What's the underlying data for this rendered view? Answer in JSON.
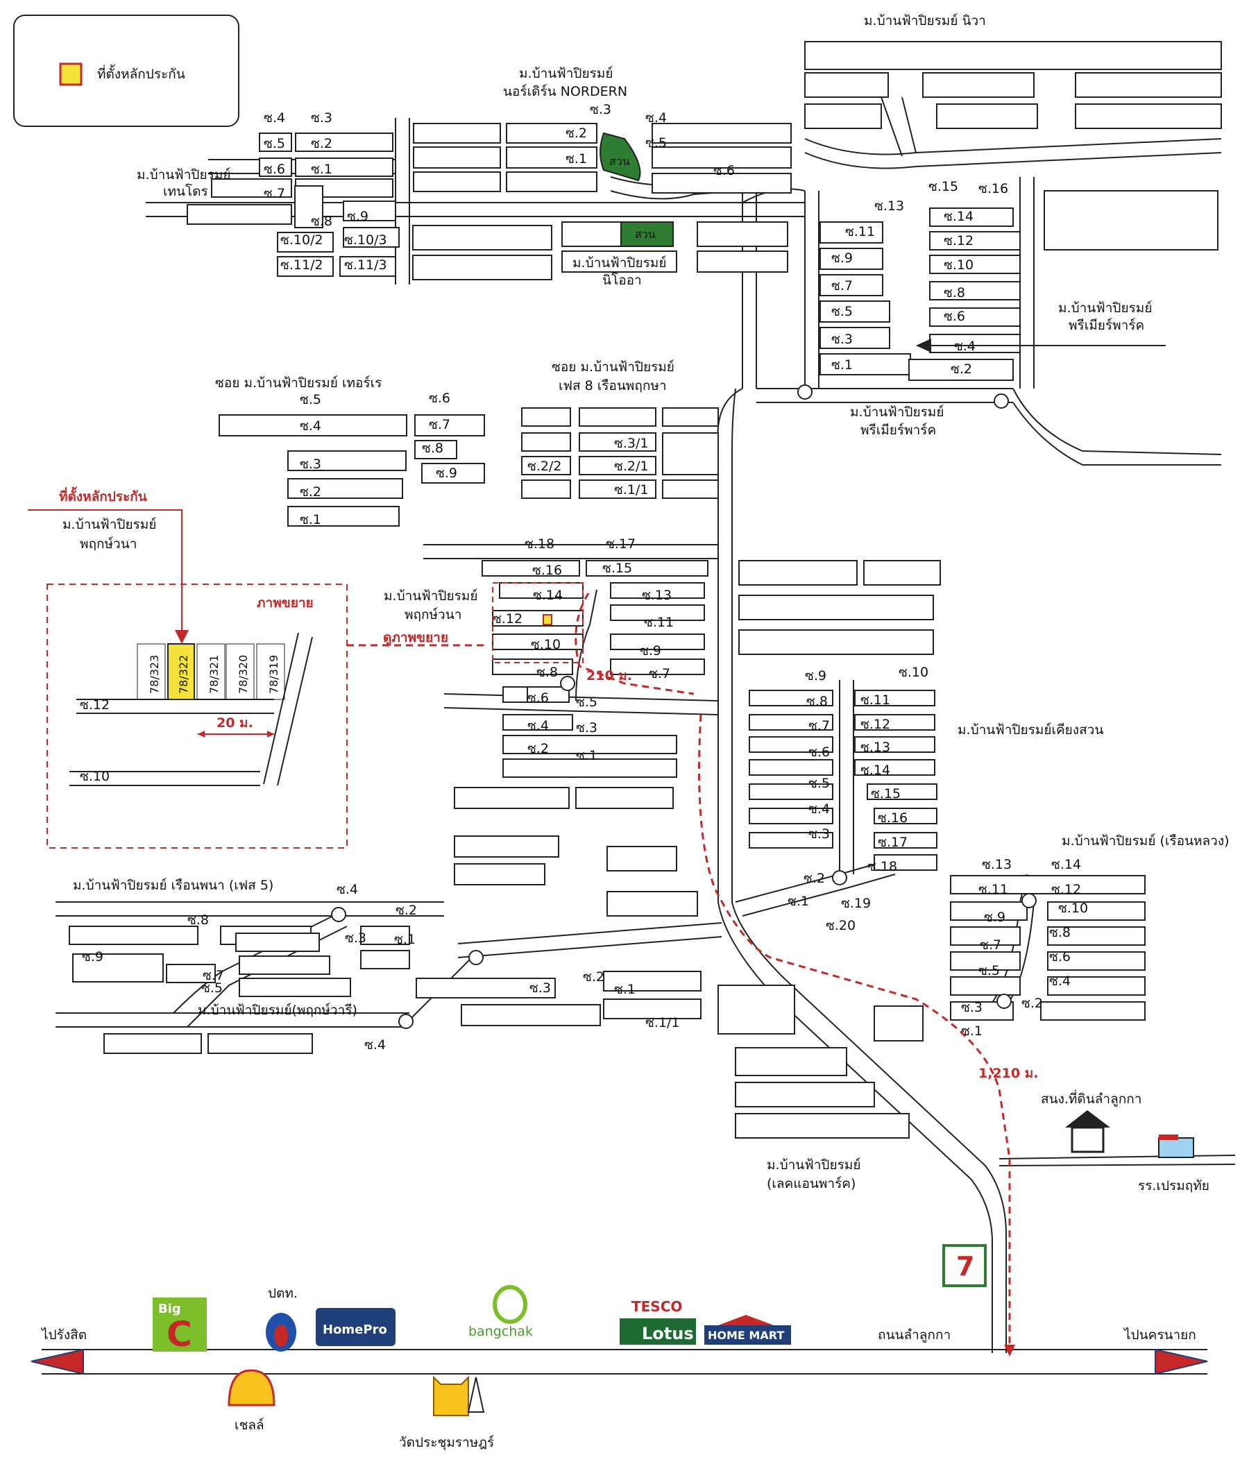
{
  "legend": {
    "marker_label": "ที่ตั้งหลักประกัน",
    "marker_color": "#f5e23a"
  },
  "villages": {
    "niwa": "ม.บ้านฟ้าปิยรมย์ นิวา",
    "nordern_1": "ม.บ้านฟ้าปิยรมย์",
    "nordern_2": "นอร์เดิร์น NORDERN",
    "tencode_1": "ม.บ้านฟ้าปิยรมย์",
    "tencode_2": "เทนโดร",
    "noira_1": "ม.บ้านฟ้าปิยรมย์",
    "noira_2": "นิโออา",
    "premier_1": "ม.บ้านฟ้าปิยรมย์",
    "premier_2": "พรีเมียร์พาร์ค",
    "premier_b1": "ม.บ้านฟ้าปิยรมย์",
    "premier_b2": "พรีเมียร์พาร์ค",
    "soi_tenro": "ซอย ม.บ้านฟ้าปิยรมย์ เทอร์เร",
    "phase8_1": "ซอย ม.บ้านฟ้าปิยรมย์",
    "phase8_2": "เฟส 8 เรือนพฤกษา",
    "pruksawana_1": "ม.บ้านฟ้าปิยรมย์",
    "pruksawana_2": "พฤกษ์วนา",
    "kiangsuan": "ม.บ้านฟ้าปิยรมย์เคียงสวน",
    "ruenluang": "ม.บ้านฟ้าปิยรมย์ (เรือนหลวง)",
    "ruenpana": "ม.บ้านฟ้าปิยรมย์ เรือนพนา (เฟส 5)",
    "pruksawaree": "ม.บ้านฟ้าปิยรมย์(พฤกษ์วารี)",
    "lakepark_1": "ม.บ้านฟ้าปิยรมย์",
    "lakepark_2": "(เลคแอนพาร์ค)"
  },
  "park": "สวน",
  "inset": {
    "title": "ภาพขยาย",
    "pointer_label": "ที่ตั้งหลักประกัน",
    "village_1": "ม.บ้านฟ้าปิยรมย์",
    "village_2": "พฤกษ์วนา",
    "lots": [
      "78/323",
      "78/322",
      "78/321",
      "78/320",
      "78/319"
    ],
    "soi_12": "ซ.12",
    "soi_10": "ซ.10",
    "distance": "20 ม."
  },
  "map_links": {
    "view_inset": "ดูภาพขยาย",
    "dist_short": "210 ม.",
    "dist_long": "1,210 ม."
  },
  "landmarks": {
    "police": "สนง.ที่ดินลำลูกกา",
    "school": "รร.เปรมฤทัย",
    "ptt": "ปตท.",
    "homepro": "HomePro",
    "bangchak": "bangchak",
    "tesco": "TESCO",
    "lotus": "Lotus",
    "homemart": "HOME MART",
    "bigc_1": "Big",
    "bigc_2": "C",
    "shell": "เชลล์",
    "temple": "วัดประชุมราษฎร์",
    "seven": "7"
  },
  "main_road": {
    "name": "ถนนลำลูกกา",
    "west": "ไปรังสิต",
    "east": "ไปนครนายก"
  },
  "soi_labels": [
    {
      "id": "a1",
      "t": "ซ.4"
    },
    {
      "id": "a2",
      "t": "ซ.3"
    },
    {
      "id": "a3",
      "t": "ซ.5"
    },
    {
      "id": "a4",
      "t": "ซ.2"
    },
    {
      "id": "a5",
      "t": "ซ.6"
    },
    {
      "id": "a6",
      "t": "ซ.1"
    },
    {
      "id": "a7",
      "t": "ซ.7"
    },
    {
      "id": "a8",
      "t": "ซ.8"
    },
    {
      "id": "a9",
      "t": "ซ.9"
    },
    {
      "id": "a10",
      "t": "ซ.10/2"
    },
    {
      "id": "a11",
      "t": "ซ.10/3"
    },
    {
      "id": "a12",
      "t": "ซ.11/2"
    },
    {
      "id": "a13",
      "t": "ซ.11/3"
    },
    {
      "id": "b1",
      "t": "ซ.3"
    },
    {
      "id": "b2",
      "t": "ซ.4"
    },
    {
      "id": "b3",
      "t": "ซ.2"
    },
    {
      "id": "b4",
      "t": "ซ.5"
    },
    {
      "id": "b5",
      "t": "ซ.1"
    },
    {
      "id": "b6",
      "t": "ซ.6"
    },
    {
      "id": "c1",
      "t": "ซ.13"
    },
    {
      "id": "c2",
      "t": "ซ.15"
    },
    {
      "id": "c3",
      "t": "ซ.16"
    },
    {
      "id": "c4",
      "t": "ซ.11"
    },
    {
      "id": "c5",
      "t": "ซ.14"
    },
    {
      "id": "c6",
      "t": "ซ.9"
    },
    {
      "id": "c7",
      "t": "ซ.12"
    },
    {
      "id": "c8",
      "t": "ซ.7"
    },
    {
      "id": "c9",
      "t": "ซ.10"
    },
    {
      "id": "c10",
      "t": "ซ.5"
    },
    {
      "id": "c11",
      "t": "ซ.8"
    },
    {
      "id": "c12",
      "t": "ซ.3"
    },
    {
      "id": "c13",
      "t": "ซ.6"
    },
    {
      "id": "c14",
      "t": "ซ.1"
    },
    {
      "id": "c15",
      "t": "ซ.4"
    },
    {
      "id": "c16",
      "t": "ซ.2"
    },
    {
      "id": "d1",
      "t": "ซ.5"
    },
    {
      "id": "d2",
      "t": "ซ.6"
    },
    {
      "id": "d3",
      "t": "ซ.4"
    },
    {
      "id": "d4",
      "t": "ซ.7"
    },
    {
      "id": "d5",
      "t": "ซ.8"
    },
    {
      "id": "d6",
      "t": "ซ.3"
    },
    {
      "id": "d7",
      "t": "ซ.9"
    },
    {
      "id": "d8",
      "t": "ซ.2"
    },
    {
      "id": "d9",
      "t": "ซ.1"
    },
    {
      "id": "e1",
      "t": "ซ.3/1"
    },
    {
      "id": "e2",
      "t": "ซ.2/2"
    },
    {
      "id": "e3",
      "t": "ซ.2/1"
    },
    {
      "id": "e4",
      "t": "ซ.1/1"
    },
    {
      "id": "f1",
      "t": "ซ.18"
    },
    {
      "id": "f2",
      "t": "ซ.17"
    },
    {
      "id": "f3",
      "t": "ซ.16"
    },
    {
      "id": "f4",
      "t": "ซ.15"
    },
    {
      "id": "f5",
      "t": "ซ.14"
    },
    {
      "id": "f6",
      "t": "ซ.13"
    },
    {
      "id": "f7",
      "t": "ซ.12"
    },
    {
      "id": "f8",
      "t": "ซ.11"
    },
    {
      "id": "f9",
      "t": "ซ.10"
    },
    {
      "id": "f10",
      "t": "ซ.9"
    },
    {
      "id": "f11",
      "t": "ซ.8"
    },
    {
      "id": "f12",
      "t": "ซ.7"
    },
    {
      "id": "f13",
      "t": "ซ.6"
    },
    {
      "id": "f14",
      "t": "ซ.5"
    },
    {
      "id": "f15",
      "t": "ซ.4"
    },
    {
      "id": "f16",
      "t": "ซ.3"
    },
    {
      "id": "f17",
      "t": "ซ.2"
    },
    {
      "id": "f18",
      "t": "ซ.1"
    },
    {
      "id": "g1",
      "t": "ซ.9"
    },
    {
      "id": "g2",
      "t": "ซ.10"
    },
    {
      "id": "g3",
      "t": "ซ.8"
    },
    {
      "id": "g4",
      "t": "ซ.11"
    },
    {
      "id": "g5",
      "t": "ซ.7"
    },
    {
      "id": "g6",
      "t": "ซ.12"
    },
    {
      "id": "g7",
      "t": "ซ.6"
    },
    {
      "id": "g8",
      "t": "ซ.13"
    },
    {
      "id": "g9",
      "t": "ซ.14"
    },
    {
      "id": "g10",
      "t": "ซ.5"
    },
    {
      "id": "g11",
      "t": "ซ.15"
    },
    {
      "id": "g12",
      "t": "ซ.4"
    },
    {
      "id": "g13",
      "t": "ซ.16"
    },
    {
      "id": "g14",
      "t": "ซ.3"
    },
    {
      "id": "g15",
      "t": "ซ.17"
    },
    {
      "id": "g16",
      "t": "ซ.18"
    },
    {
      "id": "g17",
      "t": "ซ.2"
    },
    {
      "id": "g18",
      "t": "ซ.19"
    },
    {
      "id": "g19",
      "t": "ซ.1"
    },
    {
      "id": "g20",
      "t": "ซ.20"
    },
    {
      "id": "h1",
      "t": "ซ.13"
    },
    {
      "id": "h2",
      "t": "ซ.14"
    },
    {
      "id": "h3",
      "t": "ซ.11"
    },
    {
      "id": "h4",
      "t": "ซ.12"
    },
    {
      "id": "h5",
      "t": "ซ.9"
    },
    {
      "id": "h6",
      "t": "ซ.10"
    },
    {
      "id": "h7",
      "t": "ซ.8"
    },
    {
      "id": "h8",
      "t": "ซ.7"
    },
    {
      "id": "h9",
      "t": "ซ.6"
    },
    {
      "id": "h10",
      "t": "ซ.5"
    },
    {
      "id": "h11",
      "t": "ซ.4"
    },
    {
      "id": "h12",
      "t": "ซ.3"
    },
    {
      "id": "h13",
      "t": "ซ.2"
    },
    {
      "id": "h14",
      "t": "ซ.1"
    },
    {
      "id": "i1",
      "t": "ซ.8"
    },
    {
      "id": "i2",
      "t": "ซ.4"
    },
    {
      "id": "i3",
      "t": "ซ.2"
    },
    {
      "id": "i4",
      "t": "ซ.1"
    },
    {
      "id": "i5",
      "t": "ซ.9"
    },
    {
      "id": "i6",
      "t": "ซ.3"
    },
    {
      "id": "i7",
      "t": "ซ.5"
    },
    {
      "id": "i8",
      "t": "ซ.7"
    },
    {
      "id": "j1",
      "t": "ซ.3"
    },
    {
      "id": "j2",
      "t": "ซ.2"
    },
    {
      "id": "j3",
      "t": "ซ.1"
    },
    {
      "id": "j4",
      "t": "ซ.1/1"
    },
    {
      "id": "j5",
      "t": "ซ.4"
    }
  ]
}
